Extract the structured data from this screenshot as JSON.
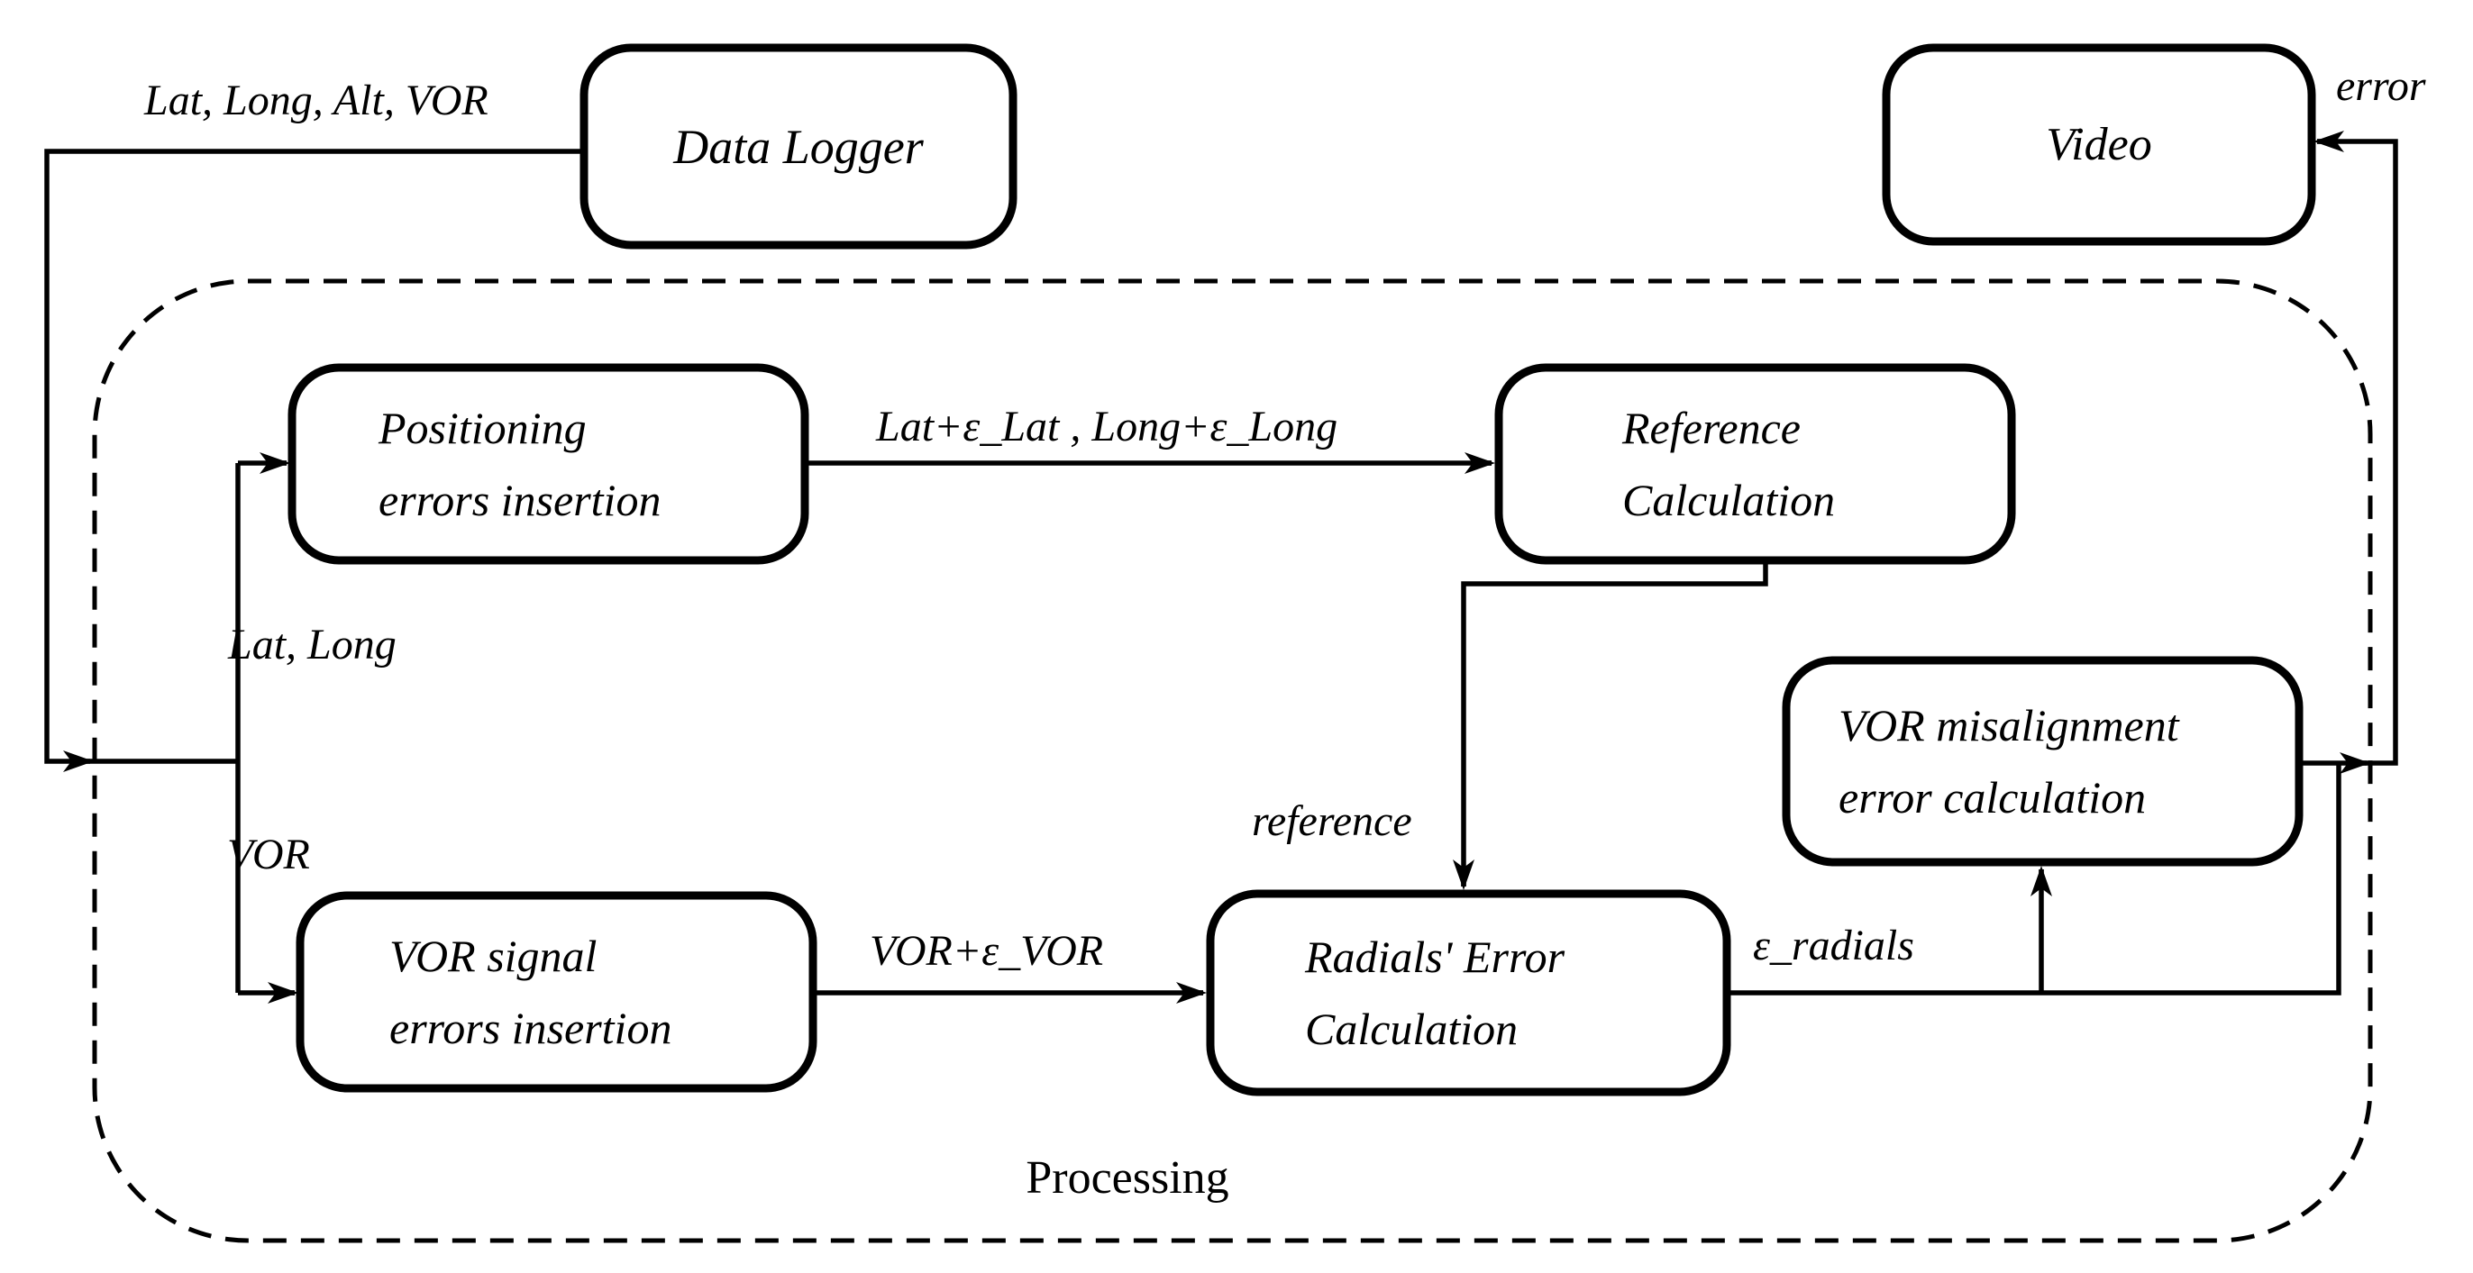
{
  "diagram": {
    "background": "#ffffff",
    "line_color": "#000000",
    "container_label": "Processing"
  },
  "boxes": {
    "data_logger": {
      "label": "Data Logger"
    },
    "video": {
      "label": "Video"
    },
    "positioning": {
      "line1": "Positioning",
      "line2": "errors insertion"
    },
    "reference_calculation": {
      "line1": "Reference",
      "line2": "Calculation"
    },
    "vor_signal": {
      "line1": "VOR signal",
      "line2": "errors insertion"
    },
    "radials_error": {
      "line1": "Radials' Error",
      "line2": "Calculation"
    },
    "vor_misalignment": {
      "line1": "VOR misalignment",
      "line2": "error calculation"
    }
  },
  "edge_labels": {
    "data_logger_output": "Lat, Long, Alt, VOR",
    "lat_long": "Lat, Long",
    "vor": "VOR",
    "position_with_errors": "Lat+ε_Lat , Long+ε_Long",
    "vor_with_errors": "VOR+ε_VOR",
    "reference": "reference",
    "eps_radials": "ε_radials",
    "error": "error"
  }
}
